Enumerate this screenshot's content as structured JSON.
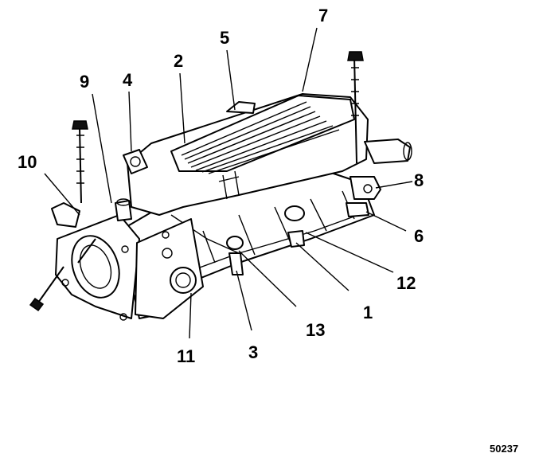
{
  "callouts": {
    "c1": "1",
    "c2": "2",
    "c3": "3",
    "c4": "4",
    "c5": "5",
    "c6": "6",
    "c7": "7",
    "c8": "8",
    "c9": "9",
    "c10": "10",
    "c11": "11",
    "c12": "12",
    "c13": "13"
  },
  "figure_id": "50237"
}
